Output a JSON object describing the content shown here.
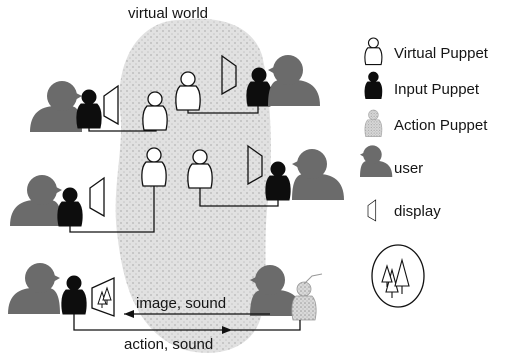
{
  "diagram": {
    "title": "virtual world",
    "bottom_labels": {
      "upper": "image, sound",
      "lower": "action, sound"
    }
  },
  "legend": {
    "items": [
      {
        "icon": "virtual-puppet-icon",
        "label": "Virtual Puppet"
      },
      {
        "icon": "input-puppet-icon",
        "label": "Input Puppet"
      },
      {
        "icon": "action-puppet-icon",
        "label": "Action Puppet"
      },
      {
        "icon": "user-icon",
        "label": "user"
      },
      {
        "icon": "display-icon",
        "label": "display"
      }
    ]
  },
  "colors": {
    "cloud": "#dcdcdc",
    "user": "#6b6b6b",
    "input_puppet": "#0d0d0d",
    "action_puppet": "#c8c8c8",
    "ink": "#111111"
  }
}
